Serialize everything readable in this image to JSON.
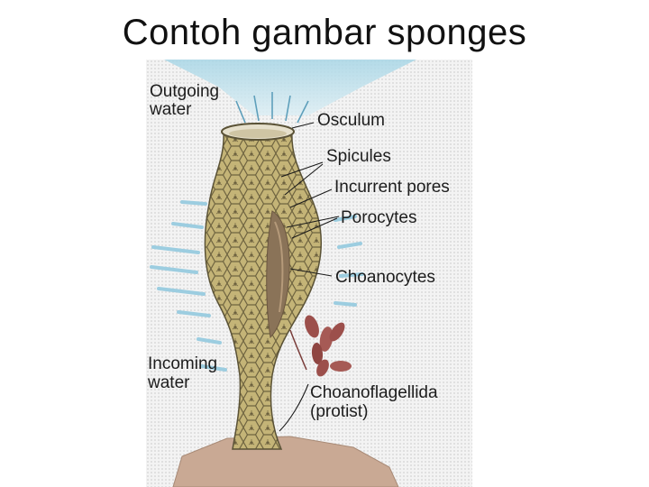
{
  "slide": {
    "title": "Contoh gambar sponges"
  },
  "diagram": {
    "labels": {
      "outgoing_water_1": "Outgoing",
      "outgoing_water_2": "water",
      "osculum": "Osculum",
      "spicules": "Spicules",
      "incurrent_pores": "Incurrent pores",
      "porocytes": "Porocytes",
      "choanocytes": "Choanocytes",
      "incoming_water_1": "Incoming",
      "incoming_water_2": "water",
      "choanoflagellida_1": "Choanoflagellida",
      "choanoflagellida_2": "(protist)"
    },
    "colors": {
      "water": "#8fc8dc",
      "sponge_body": "#c4b477",
      "sponge_cells": "#6f6440",
      "interior": "#8a7358",
      "protist": "#9c4f4b",
      "base": "#c9a994",
      "leader_lines": "#1a1a1a"
    }
  }
}
